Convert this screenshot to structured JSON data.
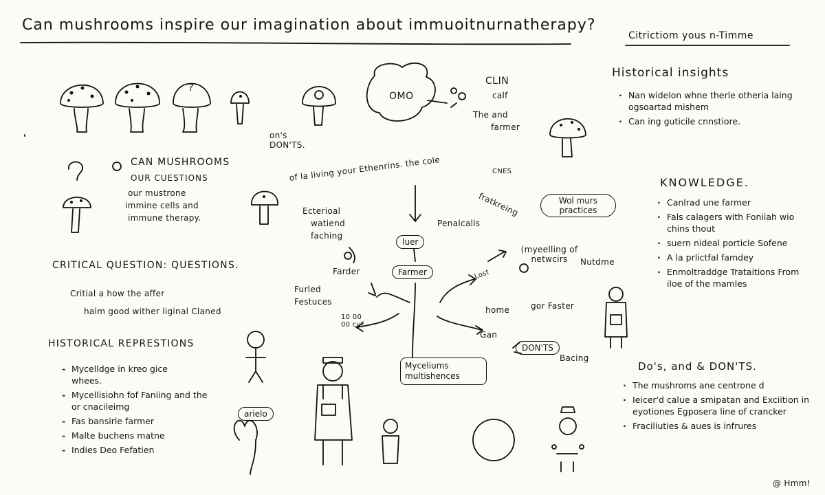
{
  "title": "Can mushrooms inspire our imagination about immuoitnurnatherapy?",
  "top_right": "Citrictiom yous n-Timme",
  "left": {
    "q_heading": "CAN MUSHROOMS",
    "q_heading2": "OUR CUESTIONS",
    "q_line1": "our mustrone",
    "q_line2": "immine cells and",
    "q_line3": "immune therapy.",
    "critical_heading": "CRITICAL QUESTION: QUESTIONS.",
    "critical_line1": "Critial a how the affer",
    "critical_line2": "halm good wither liginal Claned",
    "hist_heading": "HISTORICAL REPRESTIONS",
    "hist_items": [
      "Mycelldge in kreo gice whees.",
      "Mycellisiohn fof Faniing and the or cnacileimg",
      "Fas bansirle farmer",
      "Malte buchens matne",
      "Indies Deo Fefatien"
    ]
  },
  "center": {
    "dont": "on's DON'TS.",
    "cloud_text": "OMO",
    "clin": "CLIN",
    "calf": "calf",
    "she_and": "The and",
    "farmer_top": "farmer",
    "arc_text": "of la living your Ethenrins. the cole",
    "cnes": "CNES",
    "fratkreing": "fratkreing",
    "external1": "Ecterioal",
    "external2": "watiend",
    "external3": "faching",
    "penalcalls": "Penalcalls",
    "luer": "luer",
    "farmer_center": "Farmer",
    "farder": "Farder",
    "furled1": "Furled",
    "furled2": "Festuces",
    "wol_bubble": "Wol murs practices",
    "myceling": "(myeelling of netwcirs",
    "nutdme": "Nutdme",
    "lost": "Lost",
    "home": "home",
    "gor_faster": "gor Faster",
    "gan": "Gan",
    "donts_bubble": "DON'TS",
    "bacing": "Bacing",
    "mycelium_box": "Myceliums multishences",
    "small_note": "10 00 00 cuf",
    "arielo": "arielo"
  },
  "right": {
    "hist_heading": "Historical insights",
    "hist_items": [
      "Nan widelon whne therle otheria laing ogsoartad mishem",
      "Can ing guticile cnnstiore."
    ],
    "know_heading": "KNOWLEDGE.",
    "know_items": [
      "Canlrad une farmer",
      "Fals calagers with Foniiah wio chins thout",
      "suern nideal porticle Sofene",
      "A la prlictfal famdey",
      "Enmoltraddge Trataitions From iloe of the mamles"
    ],
    "dos_heading": "Do's, and & DON'TS.",
    "dos_items": [
      "The mushroms ane centrone d",
      "Ieicer'd calue a smipatan and Exciition in eyotiones Egposera line of crancker",
      "Fraciliuties & aues is infrures"
    ],
    "signature": "@ Hmm!"
  }
}
